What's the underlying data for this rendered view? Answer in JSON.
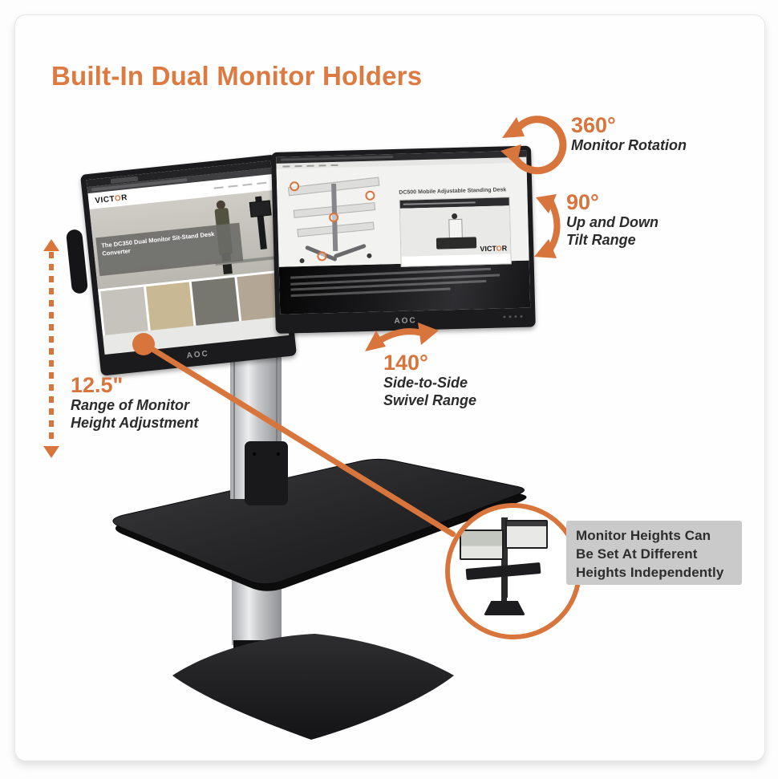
{
  "title": "Built-In Dual Monitor Holders",
  "annotations": {
    "rotation": {
      "value": "360°",
      "label": "Monitor Rotation",
      "icon": "circular-rotation-arrow"
    },
    "tilt": {
      "value": "90°",
      "label_line1": "Up and Down",
      "label_line2": "Tilt Range",
      "icon": "vertical-curve-double-arrow"
    },
    "swivel": {
      "value": "140°",
      "label_line1": "Side-to-Side",
      "label_line2": "Swivel Range",
      "icon": "horizontal-curve-double-arrow"
    },
    "height": {
      "value": "12.5\"",
      "label_line1": "Range of Monitor",
      "label_line2": "Height Adjustment",
      "icon": "vertical-dashed-double-arrow"
    }
  },
  "callout": {
    "line1": "Monitor Heights Can",
    "line2": "Be Set At Different",
    "line3": "Heights Independently"
  },
  "screens": {
    "left": {
      "bezel_brand": "AOC",
      "site_brand_pre": "VICT",
      "site_brand_o": "O",
      "site_brand_post": "R",
      "hero_line1": "The DC350 Dual Monitor Sit-Stand Desk",
      "hero_line2": "Converter"
    },
    "right": {
      "bezel_brand": "AOC",
      "page_heading": "DC500 Mobile Adjustable Standing Desk",
      "video_brand_pre": "VICT",
      "video_brand_o": "O",
      "video_brand_post": "R"
    }
  },
  "colors": {
    "accent_orange": "#d8753c",
    "title_orange": "#dc7a41",
    "callout_box_bg": "#cacaca",
    "label_dark": "#2b2b2b"
  }
}
